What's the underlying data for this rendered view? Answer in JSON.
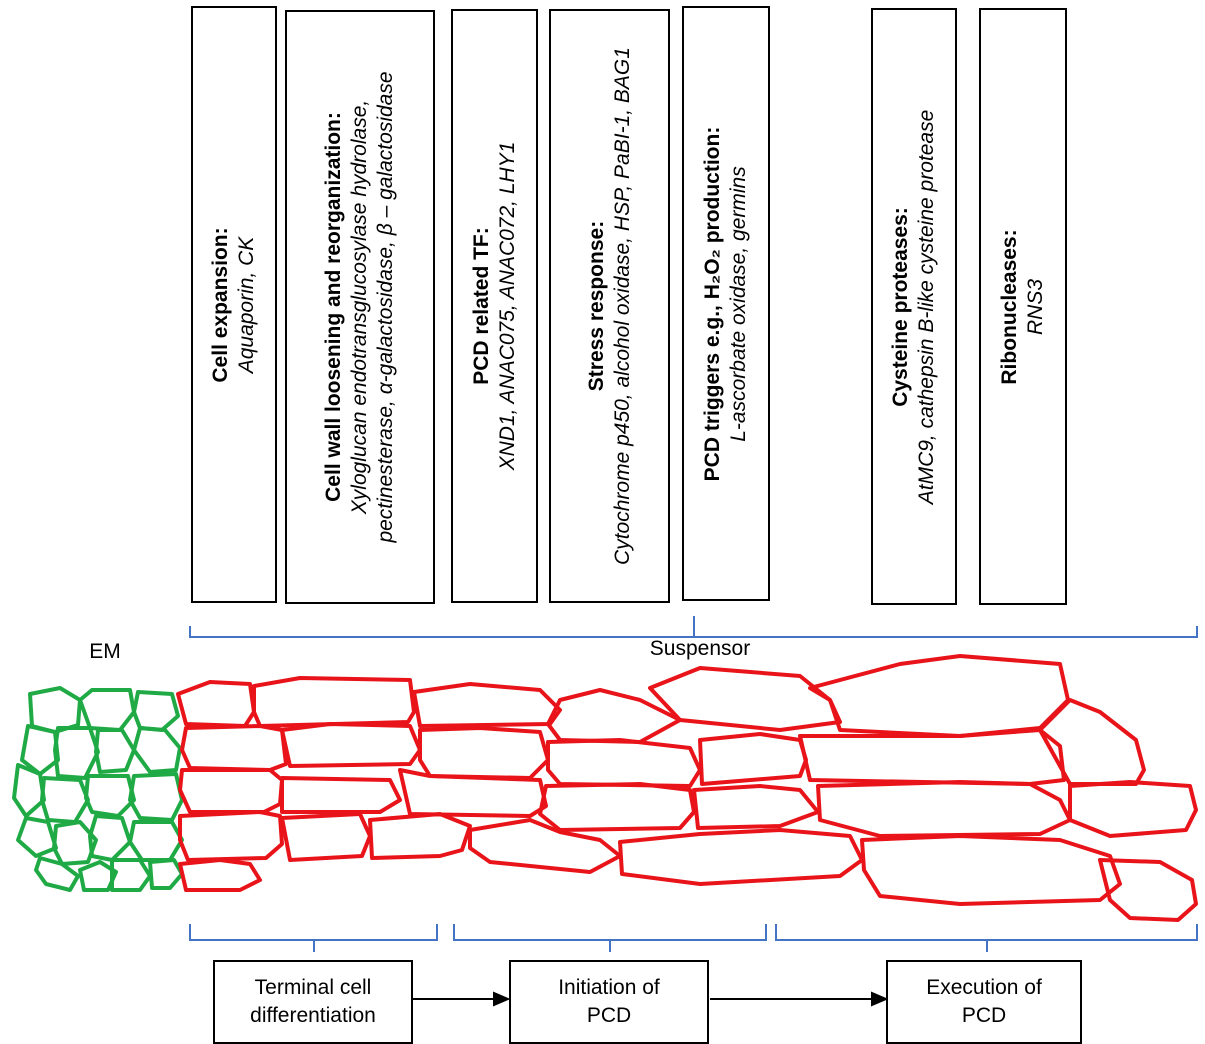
{
  "gene_boxes": [
    {
      "title": "Cell expansion:",
      "items": "Aquaporin, CK"
    },
    {
      "title": "Cell wall loosening and reorganization:",
      "items": "Xyloglucan endotransglucosylase hydrolase, pectinesterase, α-galactosidase, β – galactosidase"
    },
    {
      "title": "PCD related TF:",
      "items": "XND1, ANAC075, ANAC072, LHY1"
    },
    {
      "title": "Stress response:",
      "items": "Cytochrome p450, alcohol oxidase, HSP, PaBI-1, BAG1"
    },
    {
      "title": "PCD triggers e.g., H₂O₂ production:",
      "items": "L-ascorbate oxidase, germins"
    },
    {
      "title": "Cysteine proteases:",
      "items": "AtMC9, cathepsin B-like cysteine protease"
    },
    {
      "title": "Ribonucleases:",
      "items": "RNS3"
    }
  ],
  "labels": {
    "em": "EM",
    "suspensor": "Suspensor"
  },
  "stages": [
    {
      "line1": "Terminal cell",
      "line2": "differentiation"
    },
    {
      "line1": "Initiation of",
      "line2": "PCD"
    },
    {
      "line1": "Execution of",
      "line2": "PCD"
    }
  ],
  "colors": {
    "embryo_cells": "#1faa45",
    "suspensor_cells": "#e8141a",
    "brackets": "#4472c4",
    "box_border": "#000000"
  }
}
